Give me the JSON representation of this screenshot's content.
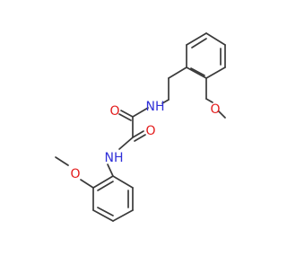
{
  "molecule": {
    "atom_labels": {
      "o_top_carbonyl": "O",
      "nh_top": "NH",
      "o_top_methoxy": "O",
      "nh_bottom": "NH",
      "o_bottom_carbonyl": "O",
      "o_bottom_methoxy": "O"
    },
    "colors": {
      "bond": "#3a3a3a",
      "nitrogen": "#2f2fd8",
      "oxygen": "#e31b1b"
    }
  }
}
